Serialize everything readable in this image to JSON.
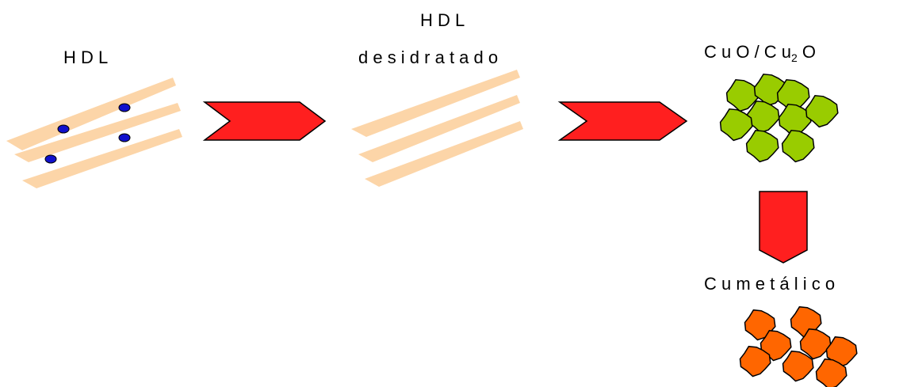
{
  "labels": {
    "hdl": "H D L",
    "hdl_dehydrated_line1": "H D L",
    "hdl_dehydrated_line2": "d e s i d r a t a d o",
    "oxide_cu": "C u O / C u",
    "oxide_sub": "2",
    "oxide_o": "O",
    "metallic": "C u   m e t á l i c o"
  },
  "colors": {
    "layer": "#fcd5a8",
    "intercalated_ion": "#1010cc",
    "arrow": "#ff1f1f",
    "oxide_particle": "#99cc00",
    "metal_particle": "#ff6600",
    "outline": "#000000"
  },
  "icons": {
    "arrow": "chevron-arrow-icon",
    "layer": "hdl-layer",
    "ion": "anion-dot",
    "oxide": "oxide-particle",
    "metal": "metal-particle"
  }
}
